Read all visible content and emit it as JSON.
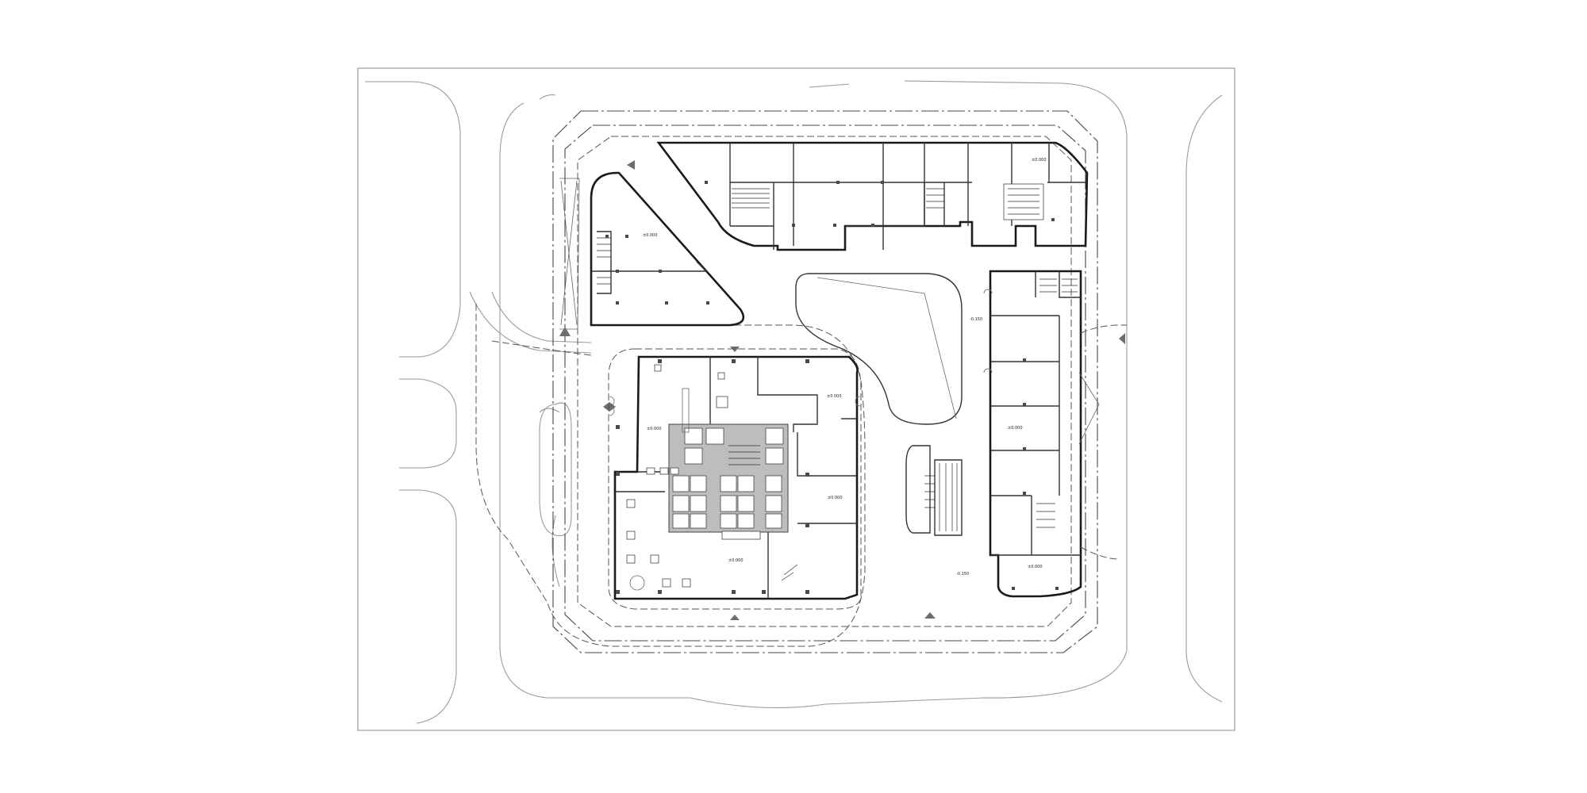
{
  "levels": [
    {
      "id": "triangle-bldg",
      "text": "±0.000"
    },
    {
      "id": "north-bldg",
      "text": "±0.000"
    },
    {
      "id": "tower-west",
      "text": "±0.000"
    },
    {
      "id": "tower-east",
      "text": "±0.000"
    },
    {
      "id": "tower-se",
      "text": "±0.000"
    },
    {
      "id": "tower-main",
      "text": "±0.000"
    },
    {
      "id": "east-upper",
      "text": "-0.150"
    },
    {
      "id": "east-mid",
      "text": "±0.000"
    },
    {
      "id": "east-lower",
      "text": "±0.000"
    },
    {
      "id": "plaza",
      "text": "-0.150"
    }
  ],
  "colors": {
    "wall": "#1a1a1a",
    "core": "#bdbdbd",
    "marker": "#6d6d6d"
  }
}
